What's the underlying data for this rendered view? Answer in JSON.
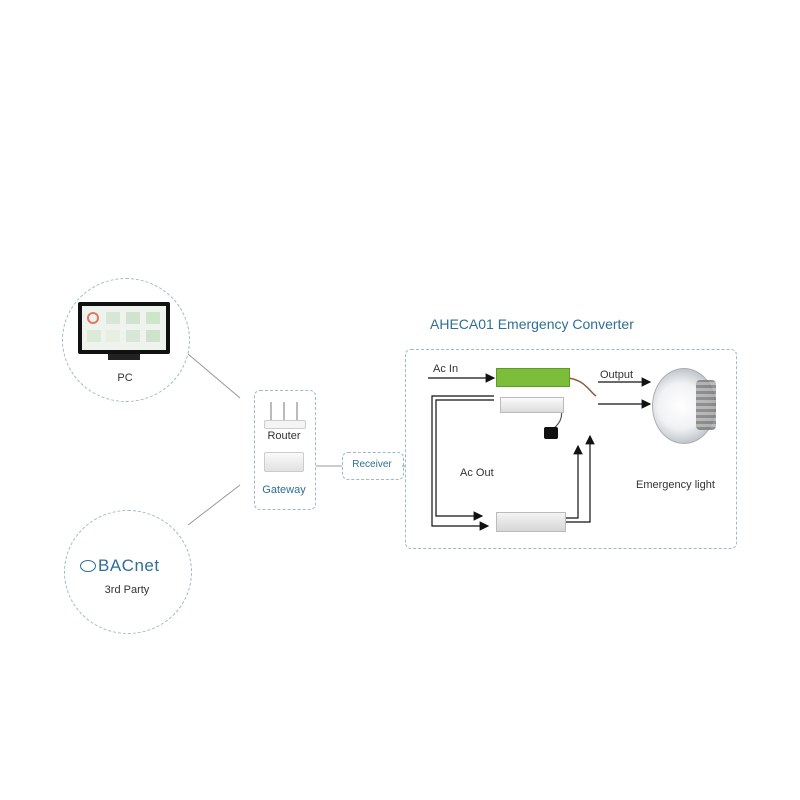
{
  "pc": {
    "label": "PC"
  },
  "third_party": {
    "logo_text": "BACnet",
    "label": "3rd Party"
  },
  "gateway_box": {
    "router_label": "Router",
    "gateway_label": "Gateway"
  },
  "receiver": {
    "label": "Receiver"
  },
  "converter": {
    "title": "AHECA01 Emergency Converter",
    "ac_in": "Ac In",
    "output": "Output",
    "ac_out": "Ac Out",
    "emergency_light": "Emergency light"
  },
  "colors": {
    "accent_blue": "#2f6f96",
    "dashed_border": "#9bbcbc",
    "battery_green": "#7cbd3a",
    "bacnet_green": "#7ab648"
  }
}
